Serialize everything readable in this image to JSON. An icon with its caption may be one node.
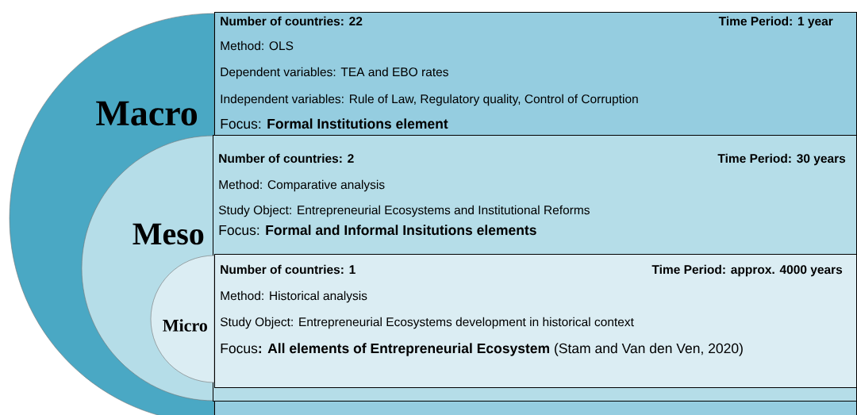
{
  "diagram": {
    "nodes": [
      {
        "text": [
          "Macro"
        ]
      },
      {
        "text": [
          "Number of countries: 22",
          "Time Period: 1 year",
          "Method: OLS",
          "Dependent variables: TEA and EBO rates",
          "Independent variables: Rule of Law, Regulatory quality, Control of Corruption",
          "Focus: **Formal Institutions element**"
        ]
      },
      {
        "text": [
          "Meso"
        ],
        "in": 0
      },
      {
        "text": [
          "Number of countries: 2",
          "Time Period: 30 years",
          "Method: Comparative analysis",
          "Study Object: Entrepreneurial Ecosystems and Institutional Reforms",
          "Focus: **Formal and Informal Insitutions elements**"
        ],
        "in": 1
      },
      {
        "text": [
          "Micro"
        ],
        "in": 2
      },
      {
        "text": [
          "Number of countries: 1",
          "Time Period: approx. 4000 years",
          "Method: Historical analysis",
          "Study Object: Entrepreneurial Ecosystems development in historical context",
          "Focus**: All elements of Entrepreneurial Ecosystem** (Stam and Van den Ven, 2020)"
        ],
        "in": 3
      }
    ]
  }
}
